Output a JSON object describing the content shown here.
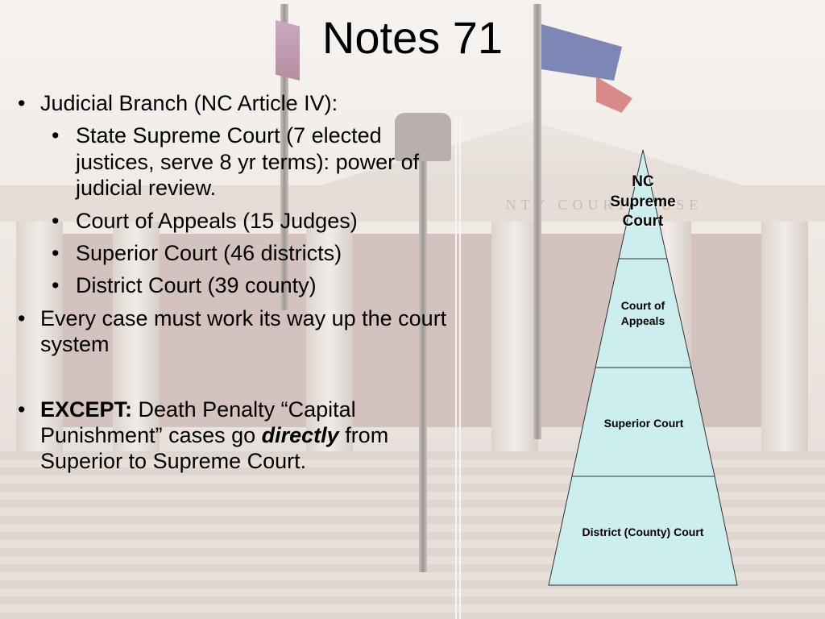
{
  "slide": {
    "title": "Notes 71"
  },
  "bullets": [
    {
      "text": "Judicial Branch (NC Article IV):"
    },
    {
      "text": "State Supreme Court (7 elected justices, serve 8 yr terms): power of judicial review."
    },
    {
      "text": "Court of Appeals (15 Judges)"
    },
    {
      "text": "Superior Court (46 districts)"
    },
    {
      "text": "District Court (39 county)"
    },
    {
      "text": "Every case must work its way up the court system"
    },
    {
      "bold": "EXCEPT:",
      "pre": " Death Penalty “Capital Punishment” cases go ",
      "em": "directly",
      "post": " from Superior to Supreme Court."
    }
  ],
  "background_text": "NTY COURTHOUSE",
  "pyramid": {
    "fill": "#cdeeee",
    "levels": [
      {
        "line1": "NC",
        "line2": "Supreme",
        "line3": "Court"
      },
      {
        "line1": "Court of",
        "line2": "Appeals"
      },
      {
        "line1": "Superior Court"
      },
      {
        "line1": "District (County) Court"
      }
    ]
  }
}
